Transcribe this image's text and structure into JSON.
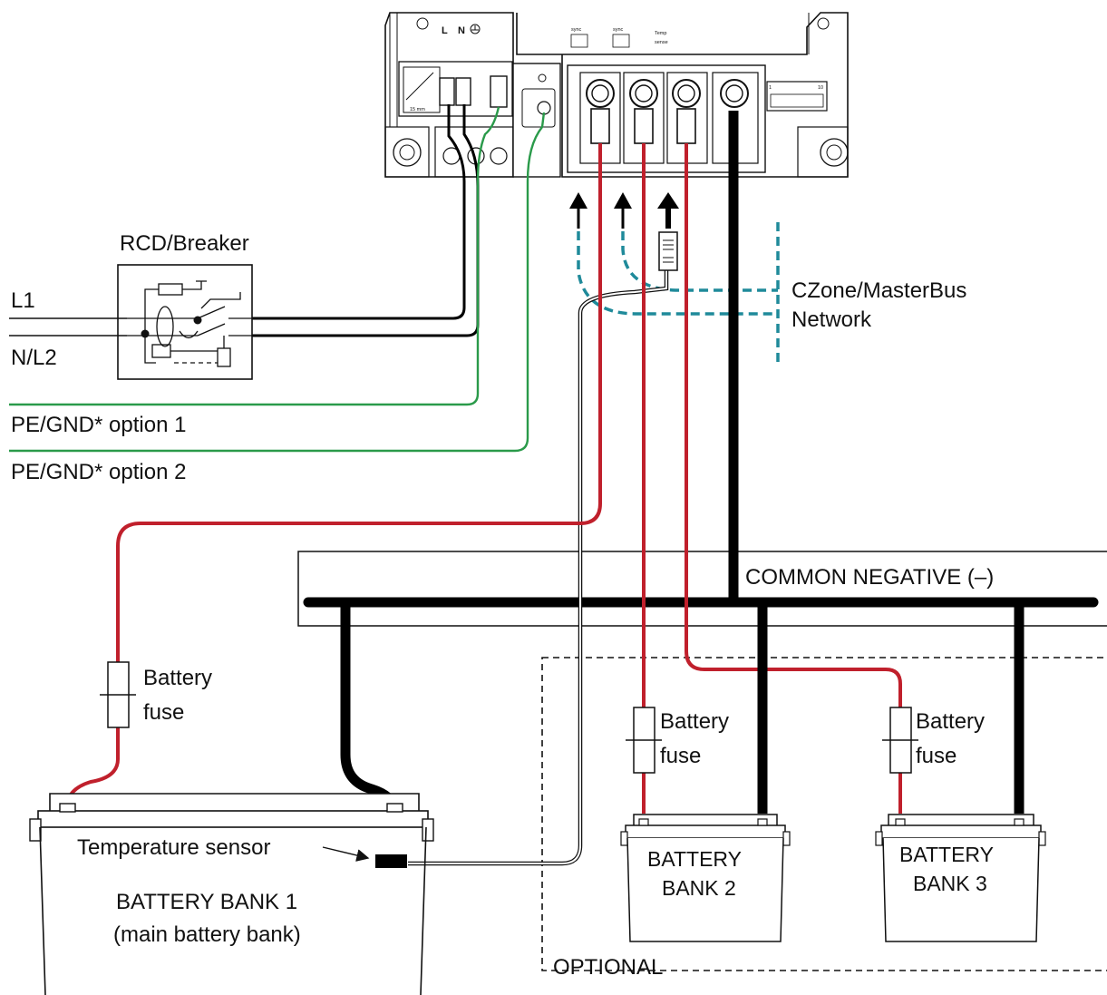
{
  "colors": {
    "positive_wire": "#c0202c",
    "negative_wire": "#000000",
    "ground_wire": "#2a9a4a",
    "network_cable": "#1f8a9a",
    "outline": "#111111",
    "device_fill": "#ffffff"
  },
  "device": {
    "terminal_labels": {
      "l": "L",
      "n": "N"
    },
    "label_sync": "sync",
    "label_sync2": "sync",
    "label_temp": "Temp",
    "label_sense": "sense",
    "dip_left": "1",
    "dip_right": "10"
  },
  "rcd": {
    "title": "RCD/Breaker"
  },
  "ac": {
    "line1": "L1",
    "line2": "N/L2",
    "pe_option1": "PE/GND* option 1",
    "pe_option2": "PE/GND* option 2"
  },
  "network": {
    "line1": "CZone/MasterBus",
    "line2": "Network"
  },
  "bus": {
    "label": "COMMON NEGATIVE (–)"
  },
  "fuses": {
    "fuse1": {
      "line1": "Battery",
      "line2": "fuse"
    },
    "fuse2": {
      "line1": "Battery",
      "line2": "fuse"
    },
    "fuse3": {
      "line1": "Battery",
      "line2": "fuse"
    }
  },
  "batteries": {
    "bank1": {
      "line1": "BATTERY BANK 1",
      "line2": "(main battery bank)"
    },
    "bank2": {
      "line1": "BATTERY",
      "line2": "BANK 2"
    },
    "bank3": {
      "line1": "BATTERY",
      "line2": "BANK 3"
    }
  },
  "sensor": {
    "label": "Temperature sensor"
  },
  "optional": {
    "label": "OPTIONAL"
  }
}
